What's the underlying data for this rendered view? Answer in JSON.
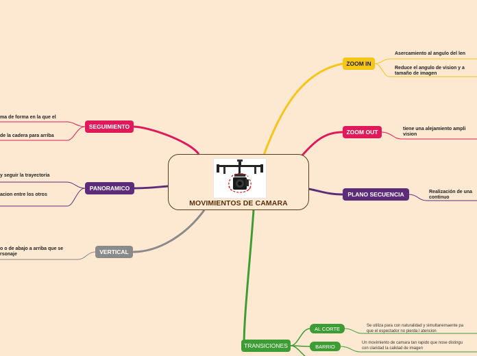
{
  "center": {
    "title": "MOVIMIENTOS DE CAMARA",
    "image": "camera-gimbal-rig"
  },
  "right": {
    "zoom_in": {
      "label": "ZOOM IN",
      "notes": [
        "Asercamiento al angulo del len",
        "Reduce el angulo de vision y a",
        "tamaño de imagen"
      ]
    },
    "zoom_out": {
      "label": "ZOOM OUT",
      "notes": [
        "tiene una alejamiento ampli",
        "vision"
      ]
    },
    "plano_secuencia": {
      "label": "PLANO SECUENCIA",
      "notes": [
        "Realización de una",
        "continuo"
      ]
    }
  },
  "left": {
    "seguimiento": {
      "label": "SEGUIMIENTO",
      "notes": [
        "ma de forma en la que el",
        "de la cadera para arriba"
      ]
    },
    "panoramico": {
      "label": "PANORAMICO",
      "notes": [
        "y seguir la trayectoria",
        "acion entre los otros"
      ]
    },
    "vertical": {
      "label": "VERTICAL",
      "notes": [
        "o o de abajo a arriba que se",
        "rsonaje"
      ]
    }
  },
  "bottom": {
    "transiciones": {
      "label": "TRANSICIONES",
      "children": [
        {
          "label": "AL CORTE",
          "notes": [
            "Se utiliza para con naturalidad y simultanemaente pa",
            "que el espectador no pierda l atencion"
          ]
        },
        {
          "label": "BARRIO",
          "notes": [
            "Un movimiento de camara tan rapido que nose distingu",
            "con claridad la calidad de imagen"
          ]
        }
      ]
    }
  },
  "colors": {
    "background": "#fde8d2",
    "zoom_in": "#f5c518",
    "zoom_out": "#e0195a",
    "plano_secuencia": "#5e2d7a",
    "seguimiento": "#e0195a",
    "panoramico": "#5e2d7a",
    "vertical": "#8a8a8a",
    "transiciones": "#3e9c35"
  }
}
